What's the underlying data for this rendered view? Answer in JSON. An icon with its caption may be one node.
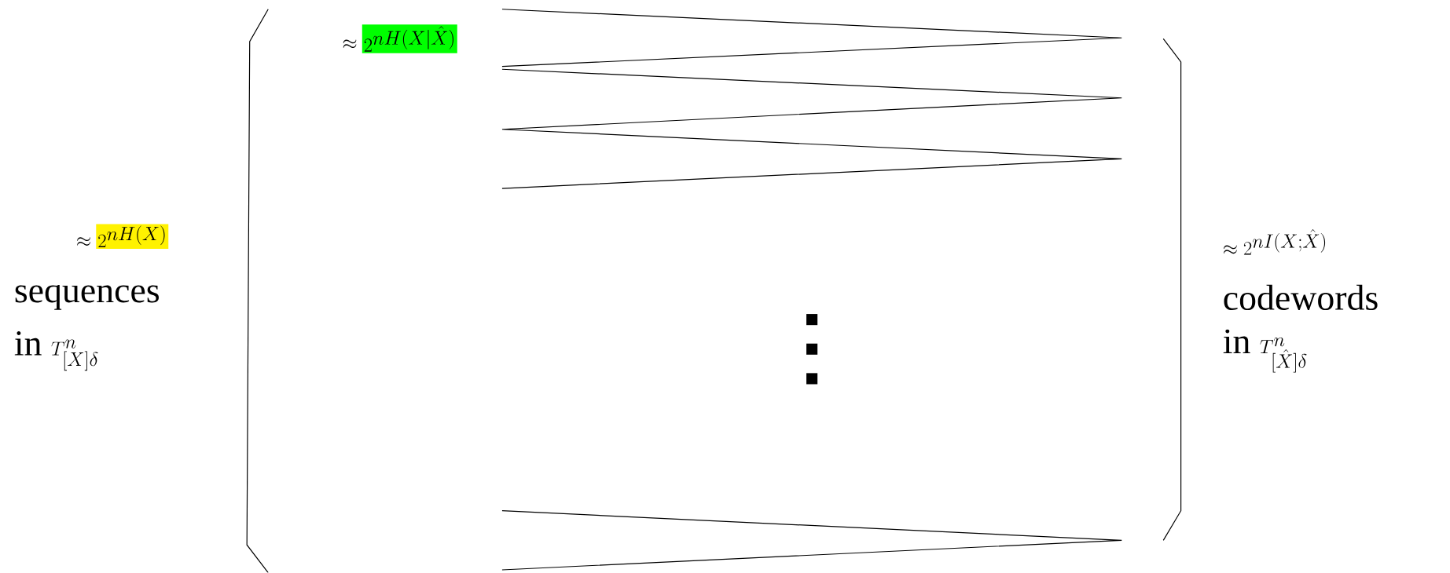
{
  "diagram": {
    "nodes": [
      {
        "text": [
          "2^{nH(X)}"
        ],
        "beside": [
          "\\approx"
        ]
      },
      {
        "text": [
          "2^{nH(X|\\hat{X})}"
        ],
        "beside": [
          "\\approx"
        ]
      }
    ],
    "labels": [
      "sequences",
      "\\mathrm{in}\\ T^{n}_{[X]\\delta}",
      "\\approx 2^{nI(X;\\hat{X})}",
      "codewords",
      "\\mathrm{in}\\ T^{n}_{[\\hat{X}]\\delta}"
    ]
  }
}
